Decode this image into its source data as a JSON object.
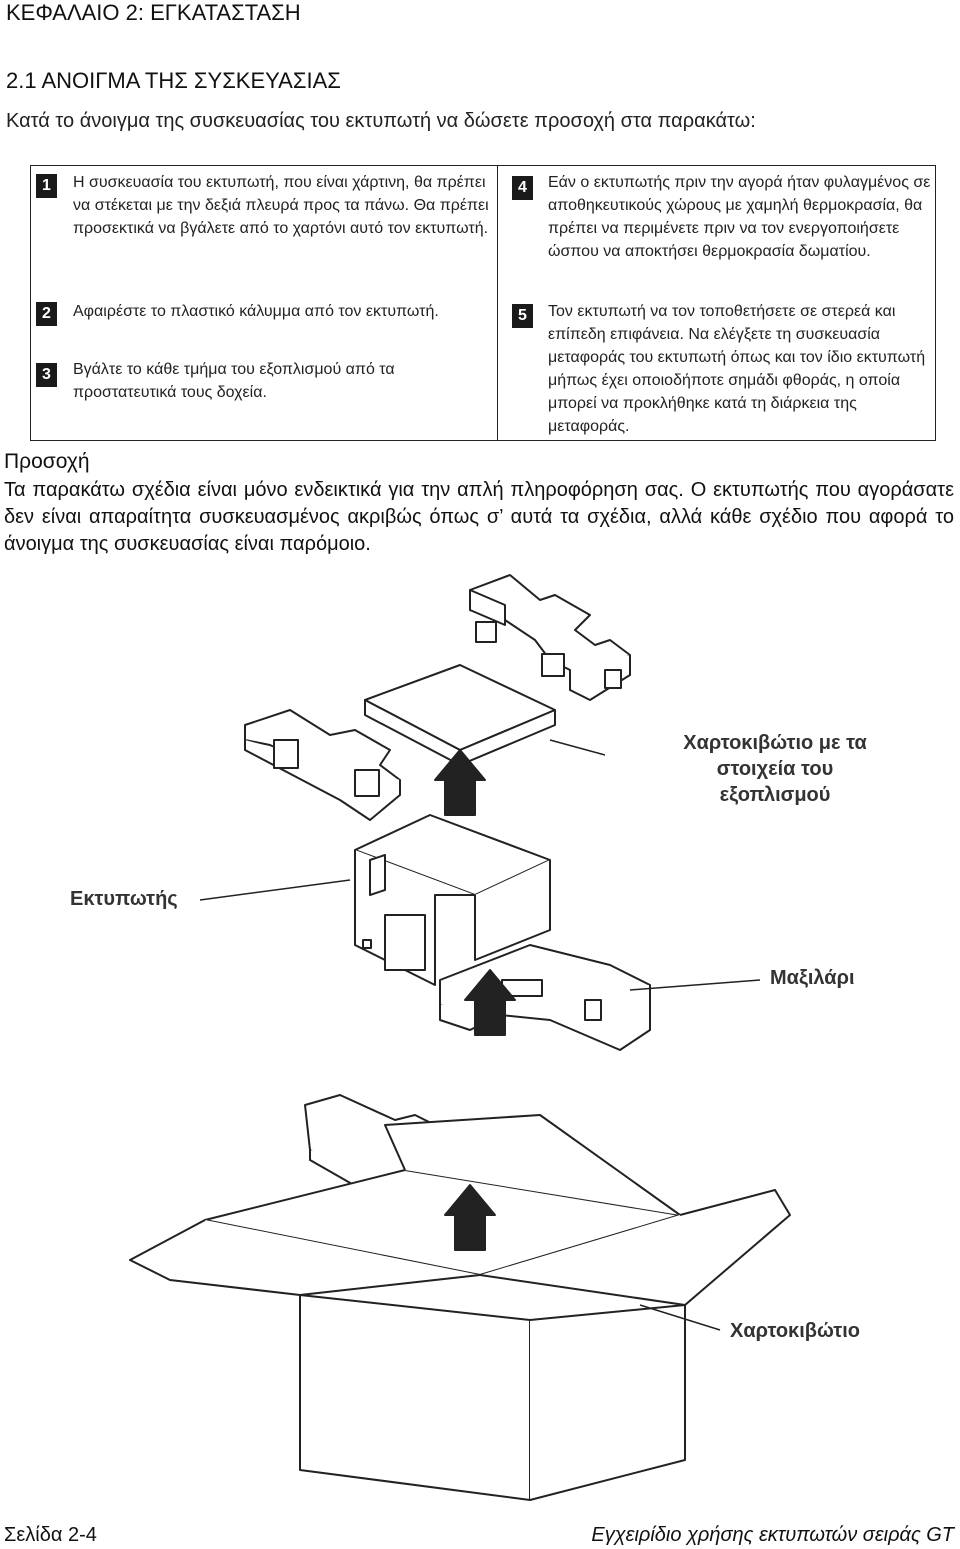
{
  "header": {
    "chapter": "ΚΕΦΑΛΑΙΟ 2: ΕΓΚΑΤΑΣΤΑΣΗ",
    "section": "2.1 ΑΝΟΙΓΜΑ ΤΗΣ ΣΥΣΚΕΥΑΣΙΑΣ",
    "intro": "Κατά το άνοιγμα της συσκευασίας του εκτυπωτή να δώσετε προσοχή στα παρακάτω:"
  },
  "steps": [
    {
      "num": "1",
      "text": "Η συσκευασία του εκτυπωτή, που είναι χάρτινη, θα πρέπει να στέκεται με την δεξιά πλευρά προς τα πάνω. Θα πρέπει προσεκτικά να βγάλετε από το χαρτόνι αυτό τον εκτυπωτή."
    },
    {
      "num": "2",
      "text": "Αφαιρέστε το πλαστικό κάλυμμα από τον εκτυπωτή."
    },
    {
      "num": "3",
      "text": "Βγάλτε το κάθε τμήμα του εξοπλισμού από τα προστατευτικά τους δοχεία."
    },
    {
      "num": "4",
      "text": "Εάν ο εκτυπωτής πριν την αγορά ήταν φυλαγμένος σε αποθηκευτικούς χώρους με χαμηλή θερμοκρασία, θα πρέπει να περιμένετε πριν να τον ενεργοποιήσετε ώσπου να αποκτήσει θερμοκρασία δωματίου."
    },
    {
      "num": "5",
      "text": "Τον εκτυπωτή να τον τοποθετήσετε σε στερεά και επίπεδη επιφάνεια. Να ελέγξετε τη συσκευασία μεταφοράς του εκτυπωτή όπως και τον ίδιο εκτυπωτή μήπως έχει οποιοδήποτε σημάδι φθοράς, η οποία μπορεί να προκλήθηκε κατά τη διάρκεια της μεταφοράς."
    }
  ],
  "caution": {
    "title": "Προσοχή",
    "body": "Τα παρακάτω σχέδια είναι μόνο ενδεικτικά για την απλή πληροφόρηση σας. Ο εκτυπωτής που αγοράσατε δεν είναι απαραίτητα συσκευασμένος ακριβώς όπως σ’ αυτά τα σχέδια, αλλά κάθε σχέδιο που αφορά το άνοιγμα της συσκευασίας είναι παρόμοιο."
  },
  "figure": {
    "label_accessories": "Χαρτοκιβώτιο με τα στοιχεία του εξοπλισμού",
    "label_printer": "Εκτυπωτής",
    "label_cushion": "Μαξιλάρι",
    "label_box": "Χαρτοκιβώτιο"
  },
  "footer": {
    "page": "Σελίδα 2-4",
    "manual": "Εγχειρίδιο χρήσης εκτυπωτών σειράς GT"
  }
}
